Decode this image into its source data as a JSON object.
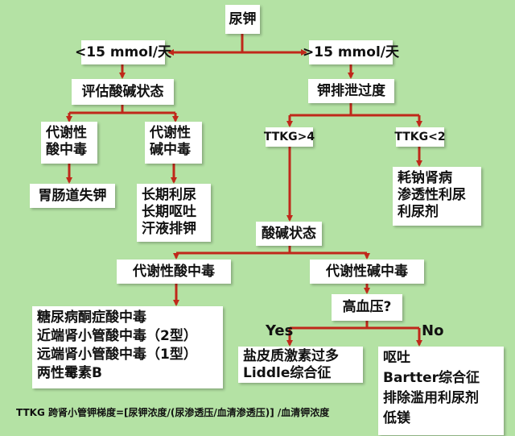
{
  "nodes": {
    "root": "尿钾",
    "low": "<15 mmol/天",
    "high": ">15 mmol/天",
    "assess": "评估酸碱状态",
    "excess": "钾排泄过度",
    "acidosis_small": [
      "代谢性",
      "酸中毒"
    ],
    "alkalosis_small": [
      "代谢性",
      "碱中毒"
    ],
    "gi_loss": "胃肠道失钾",
    "alk_causes": [
      "长期利尿",
      "长期呕吐",
      "汗液排钾"
    ],
    "ttkg_high": "TTKG>4",
    "ttkg_low": "TTKG<2",
    "ttkg_low_causes": [
      "耗钠肾病",
      "渗透性利尿",
      "利尿剂"
    ],
    "acid_base": "酸碱状态",
    "met_acidosis": "代谢性酸中毒",
    "met_alkalosis": "代谢性碱中毒",
    "acidosis_causes": [
      "糖尿病酮症酸中毒",
      "近端肾小管酸中毒（2型）",
      "远端肾小管酸中毒（1型）",
      "两性霉素B"
    ],
    "hypertension": "高血压?",
    "yes": "Yes",
    "no": "No",
    "yes_causes": [
      "盐皮质激素过多",
      "Liddle综合征"
    ],
    "no_causes": [
      "呕吐",
      "Bartter综合征",
      "排除滥用利尿剂",
      "低镁"
    ]
  },
  "footnote": "TTKG 跨肾小管钾梯度=[尿钾浓度/(尿渗透压/血清渗透压)] /血清钾浓度",
  "colors": {
    "background": "#b4e2a4",
    "arrow": "#c0281a"
  }
}
